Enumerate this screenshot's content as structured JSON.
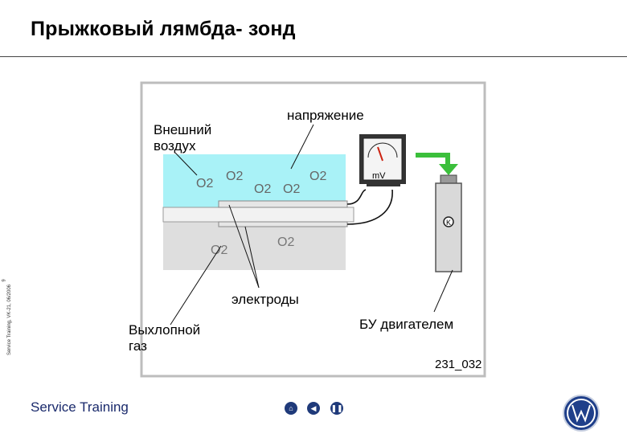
{
  "header": {
    "title": "Прыжковый лямбда- зонд"
  },
  "side": {
    "vertical_text": "Service Training, VK-21, 06/2006",
    "page_number": "9"
  },
  "diagram": {
    "labels": {
      "outside_air": "Внешний\nвоздух",
      "voltage": "напряжение",
      "electrodes": "электроды",
      "exhaust": "Выхлопной\nгаз",
      "ecu": "БУ двигателем",
      "figure_id": "231_032",
      "meter_unit": "mV"
    },
    "o2_top": [
      "O2",
      "O2",
      "O2",
      "O2",
      "O2"
    ],
    "o2_bottom": [
      "O2",
      "O2"
    ],
    "colors": {
      "air_zone": "#a9f2f7",
      "exhaust_zone": "#d6d6d6",
      "arrow": "#3bbf3b",
      "frame": "#bdbdbd"
    }
  },
  "footer": {
    "brand": "Service Training",
    "nav": [
      {
        "name": "home-button",
        "icon": "home-icon"
      },
      {
        "name": "back-button",
        "icon": "back-icon"
      },
      {
        "name": "pause-button",
        "icon": "pause-icon"
      }
    ],
    "logo": "VW"
  }
}
